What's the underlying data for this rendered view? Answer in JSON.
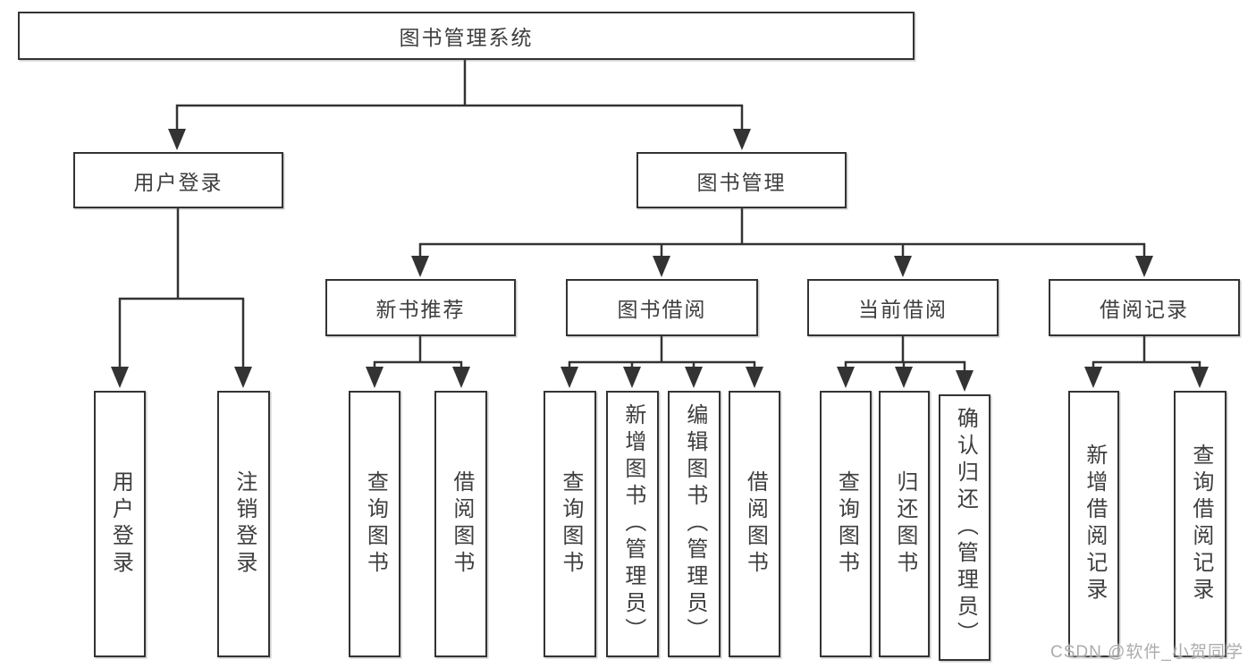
{
  "tree": {
    "root": "图书管理系统",
    "branches": [
      {
        "label": "用户登录",
        "children": [
          {
            "label": "用户登录"
          },
          {
            "label": "注销登录"
          }
        ]
      },
      {
        "label": "图书管理",
        "children": [
          {
            "label": "新书推荐",
            "children": [
              {
                "label": "查询图书"
              },
              {
                "label": "借阅图书"
              }
            ]
          },
          {
            "label": "图书借阅",
            "children": [
              {
                "label": "查询图书"
              },
              {
                "label": "新增图书（管理员）"
              },
              {
                "label": "编辑图书（管理员）"
              },
              {
                "label": "借阅图书"
              }
            ]
          },
          {
            "label": "当前借阅",
            "children": [
              {
                "label": "查询图书"
              },
              {
                "label": "归还图书"
              },
              {
                "label": "确认归还（管理员）"
              }
            ]
          },
          {
            "label": "借阅记录",
            "children": [
              {
                "label": "新增借阅记录"
              },
              {
                "label": "查询借阅记录"
              }
            ]
          }
        ]
      }
    ]
  },
  "watermark": {
    "text": "CSDN @软件_小贺同学"
  },
  "colors": {
    "line": "#333333",
    "text": "#3e3e3e",
    "background": "#ffffff",
    "watermark": "#9e9e9e"
  }
}
